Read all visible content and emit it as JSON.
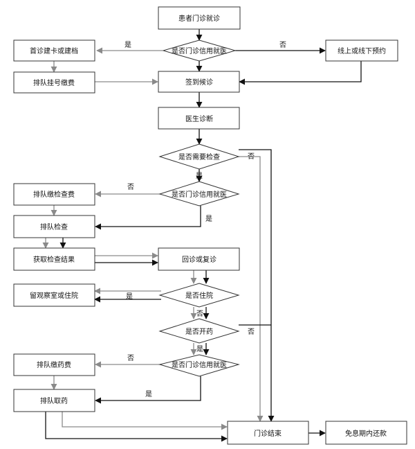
{
  "nodes": {
    "start": "患者门诊就诊",
    "q_credit1": "是否门诊信用就医",
    "first_visit": "首诊建卡或建档",
    "online_booking": "线上或线下预约",
    "queue_register_pay": "排队挂号缴费",
    "checkin": "签到候诊",
    "doctor_diagnosis": "医生诊断",
    "q_need_exam": "是否需要检查",
    "q_credit2": "是否门诊信用就医",
    "pay_exam_fee": "排队缴检查费",
    "queue_exam": "排队检查",
    "get_results": "获取检查结果",
    "return_visit": "回诊或复诊",
    "q_hospitalize": "是否住院",
    "observation": "留观察室或住院",
    "q_prescribe": "是否开药",
    "q_credit3": "是否门诊信用就医",
    "pay_drug_fee": "排队缴药费",
    "get_drugs": "排队取药",
    "end_visit": "门诊结束",
    "repay": "免息期内还款"
  },
  "edge_labels": {
    "yes": "是",
    "no": "否"
  },
  "colors": {
    "box_border": "#333333",
    "box_fill": "#ffffff",
    "line_dark": "#111111",
    "line_gray": "#8a8a8a"
  }
}
